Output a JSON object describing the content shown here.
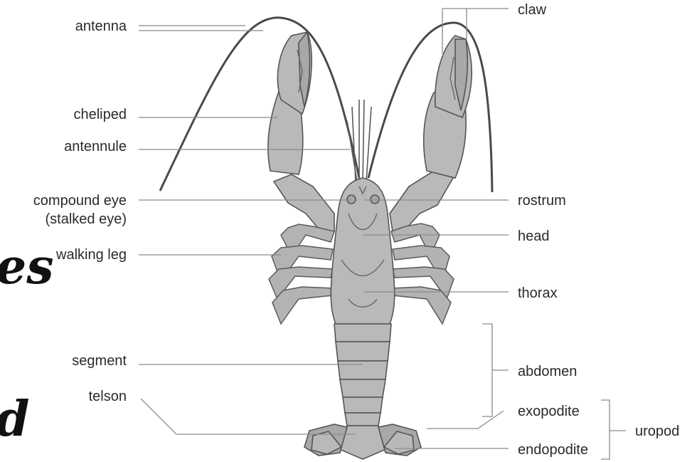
{
  "labels": {
    "antenna": "antenna",
    "cheliped": "cheliped",
    "antennule": "antennule",
    "compound_eye_line1": "compound eye",
    "compound_eye_line2": "(stalked eye)",
    "walking_leg": "walking leg",
    "segment": "segment",
    "telson": "telson",
    "claw": "claw",
    "rostrum": "rostrum",
    "head": "head",
    "thorax": "thorax",
    "abdomen": "abdomen",
    "exopodite": "exopodite",
    "endopodite": "endopodite",
    "uropod": "uropod"
  },
  "background_fragments": {
    "es": "es",
    "d": "d"
  },
  "colors": {
    "background": "#ffffff",
    "body_fill": "#b9b9b9",
    "outline": "#555555",
    "leader_line": "#8a8a8a",
    "label_text": "#2a2a2a"
  }
}
